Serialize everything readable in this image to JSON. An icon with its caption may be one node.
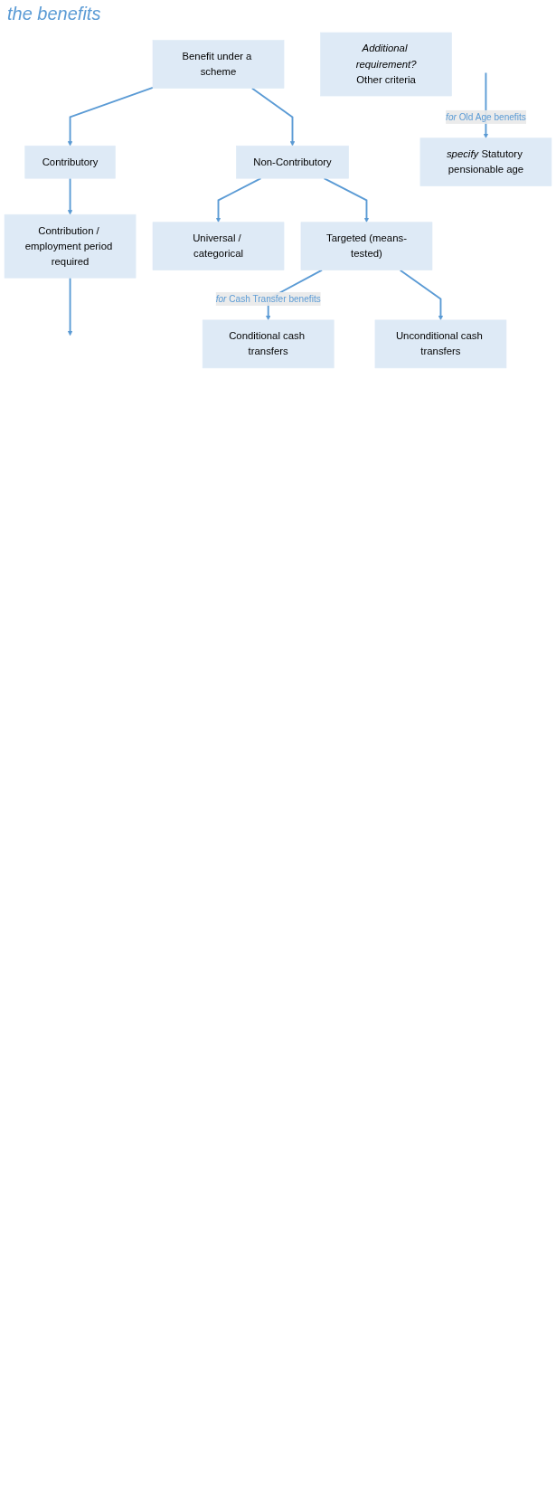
{
  "diagram": {
    "nodes": [
      {
        "text": [
          "Benefit under a scheme"
        ]
      },
      {
        "text": [
          "Contributory"
        ]
      },
      {
        "text": [
          "Non-Contributory"
        ]
      },
      {
        "text": [
          "Contribution / employment period required"
        ]
      },
      {
        "text": [
          "Universal / categorical"
        ]
      },
      {
        "text": [
          "Targeted (means-tested)"
        ]
      },
      {
        "text": [
          "Conditional cash transfers"
        ]
      },
      {
        "text": [
          "Unconditional cash transfers"
        ]
      },
      {
        "text": [
          "*specify* Statutory pensionable age"
        ]
      },
      {
        "text": [
          "*Additional requirement?*",
          "Other criteria"
        ]
      }
    ],
    "edges": [
      {
        "from": 0,
        "to": 1,
        "arrow": "to"
      },
      {
        "from": 0,
        "to": 2,
        "arrow": "to"
      },
      {
        "from": 1,
        "to": 3,
        "arrow": "to"
      },
      {
        "from": 2,
        "to": 4,
        "arrow": "to"
      },
      {
        "from": 2,
        "to": 5,
        "arrow": "to"
      },
      {
        "from": 5,
        "to": 6,
        "label": "*for* Cash Transfer benefits",
        "arrow": "to"
      },
      {
        "from": 5,
        "to": 7,
        "arrow": "to"
      },
      {
        "from": 3,
        "to": null,
        "arrow": "to"
      },
      {
        "from": null,
        "to": 8,
        "label": "*for* Old Age benefits",
        "arrow": "to"
      }
    ],
    "labels": [
      "the benefits"
    ]
  }
}
